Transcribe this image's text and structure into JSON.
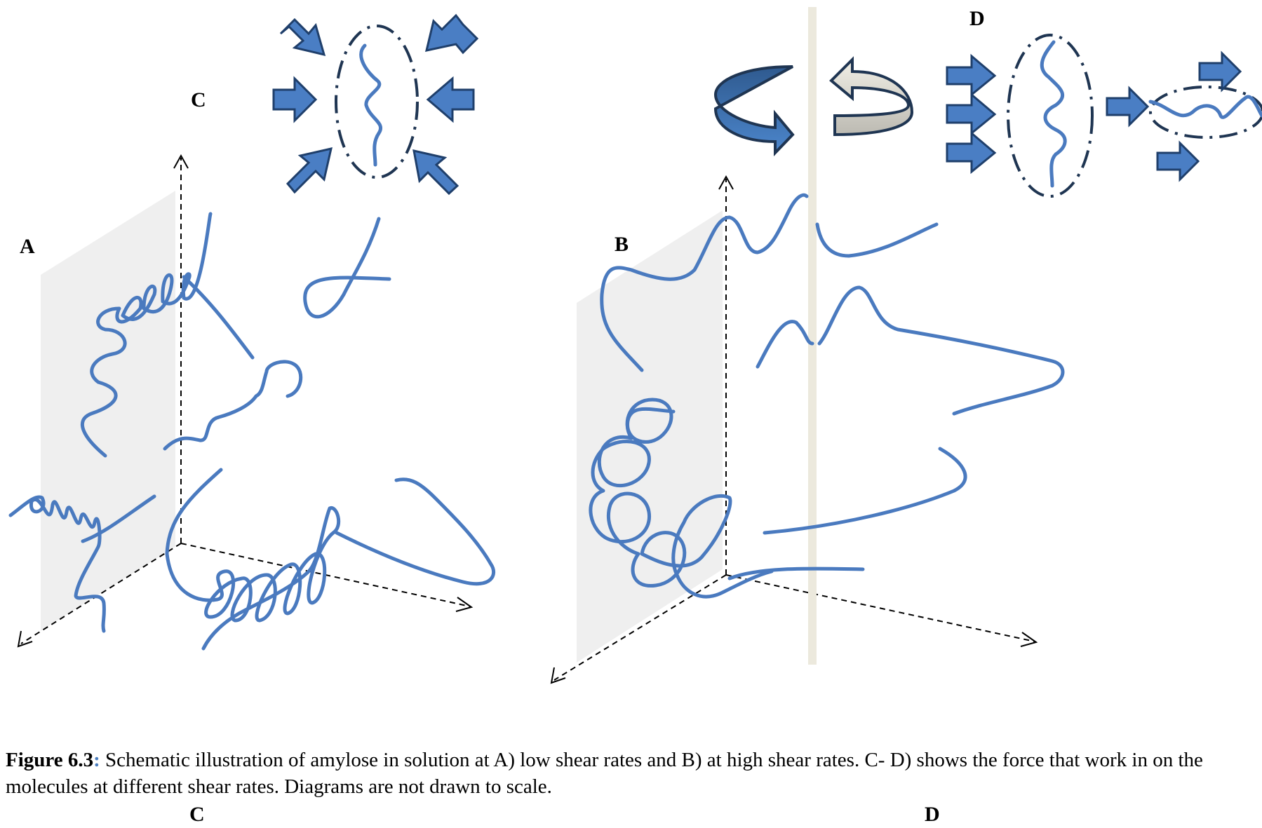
{
  "labels": {
    "a": "A",
    "b": "B",
    "c": "C",
    "d": "D",
    "c_bottom": "C",
    "d_bottom": "D"
  },
  "caption": {
    "figure_number": "Figure 6.3",
    "separator": ":",
    "text": " Schematic illustration of amylose in solution at A) low shear rates and B) at high shear rates. C- D) shows the force that work in on the molecules at different shear rates. Diagrams are not drawn to scale."
  },
  "colors": {
    "chain": "#4a7abf",
    "arrow_fill": "#4a7ec4",
    "arrow_stroke": "#1f3f6b",
    "rod": "#ece9dd",
    "plane": "#efefef"
  }
}
